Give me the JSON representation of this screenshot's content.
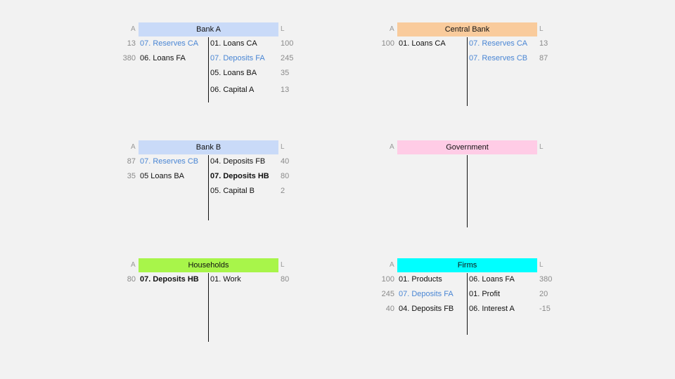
{
  "accounts": {
    "bank_a": {
      "title": "Bank A",
      "asset_label": "A",
      "liab_label": "L",
      "color": "#c9daf8",
      "assets": [
        {
          "value": "13",
          "label": "07. Reserves CA",
          "style": "blue"
        },
        {
          "value": "380",
          "label": "06. Loans FA",
          "style": ""
        }
      ],
      "liabilities": [
        {
          "value": "100",
          "label": "01. Loans CA",
          "style": ""
        },
        {
          "value": "245",
          "label": "07. Deposits FA",
          "style": "blue"
        },
        {
          "value": "35",
          "label": "05. Loans BA",
          "style": ""
        },
        {
          "value": "13",
          "label": "06. Capital A",
          "style": ""
        }
      ]
    },
    "central_bank": {
      "title": "Central Bank",
      "asset_label": "A",
      "liab_label": "L",
      "color": "#f9cb9c",
      "assets": [
        {
          "value": "100",
          "label": "01. Loans CA",
          "style": ""
        }
      ],
      "liabilities": [
        {
          "value": "13",
          "label": "07. Reserves CA",
          "style": "blue"
        },
        {
          "value": "87",
          "label": "07. Reserves CB",
          "style": "blue"
        }
      ]
    },
    "bank_b": {
      "title": "Bank B",
      "asset_label": "A",
      "liab_label": "L",
      "color": "#c9daf8",
      "assets": [
        {
          "value": "87",
          "label": "07. Reserves CB",
          "style": "blue"
        },
        {
          "value": "35",
          "label": "05 Loans BA",
          "style": ""
        }
      ],
      "liabilities": [
        {
          "value": "40",
          "label": "04. Deposits FB",
          "style": ""
        },
        {
          "value": "80",
          "label": "07. Deposits HB",
          "style": "bold"
        },
        {
          "value": "2",
          "label": "05. Capital B",
          "style": ""
        }
      ]
    },
    "government": {
      "title": "Government",
      "asset_label": "A",
      "liab_label": "L",
      "color": "#ffcce6",
      "assets": [],
      "liabilities": []
    },
    "households": {
      "title": "Households",
      "asset_label": "A",
      "liab_label": "L",
      "color": "#a8f54a",
      "assets": [
        {
          "value": "80",
          "label": "07. Deposits HB",
          "style": "bold"
        }
      ],
      "liabilities": [
        {
          "value": "80",
          "label": "01. Work",
          "style": ""
        }
      ]
    },
    "firms": {
      "title": "Firms",
      "asset_label": "A",
      "liab_label": "L",
      "color": "#00ffff",
      "assets": [
        {
          "value": "100",
          "label": "01. Products",
          "style": ""
        },
        {
          "value": "245",
          "label": "07. Deposits FA",
          "style": "blue"
        },
        {
          "value": "40",
          "label": "04. Deposits FB",
          "style": ""
        }
      ],
      "liabilities": [
        {
          "value": "380",
          "label": "06. Loans FA",
          "style": ""
        },
        {
          "value": "20",
          "label": "01. Profit",
          "style": ""
        },
        {
          "value": "-15",
          "label": "06. Interest A",
          "style": ""
        }
      ]
    }
  }
}
